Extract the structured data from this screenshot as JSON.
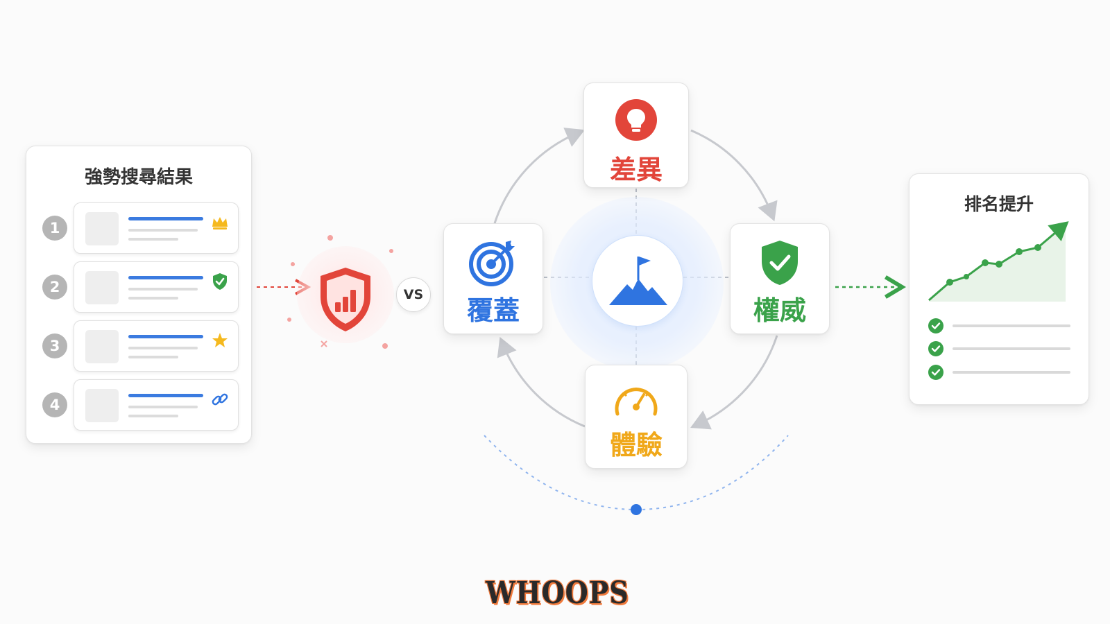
{
  "left_panel": {
    "title": "強勢搜尋結果",
    "results": [
      {
        "rank": "1",
        "badge": "crown-icon"
      },
      {
        "rank": "2",
        "badge": "shield-check-icon"
      },
      {
        "rank": "3",
        "badge": "star-icon"
      },
      {
        "rank": "4",
        "badge": "link-icon"
      }
    ]
  },
  "vs_label": "VS",
  "hub": {
    "top": {
      "label": "差異",
      "icon": "lightbulb-icon",
      "color": "#e2453a"
    },
    "left": {
      "label": "覆蓋",
      "icon": "target-icon",
      "color": "#2f74e0"
    },
    "right": {
      "label": "權威",
      "icon": "shield-check-icon",
      "color": "#3aa24a"
    },
    "bottom": {
      "label": "體驗",
      "icon": "speedometer-icon",
      "color": "#f0a81a"
    },
    "center": {
      "icon": "mountain-flag-icon",
      "color": "#2f74e0"
    }
  },
  "right_panel": {
    "title": "排名提升",
    "chart_icon": "rising-line-chart-icon",
    "checks": 3
  },
  "logo": {
    "text": "WHOOPS"
  },
  "colors": {
    "blue": "#2f74e0",
    "red": "#e2453a",
    "green": "#3aa24a",
    "orange": "#f0a81a"
  }
}
